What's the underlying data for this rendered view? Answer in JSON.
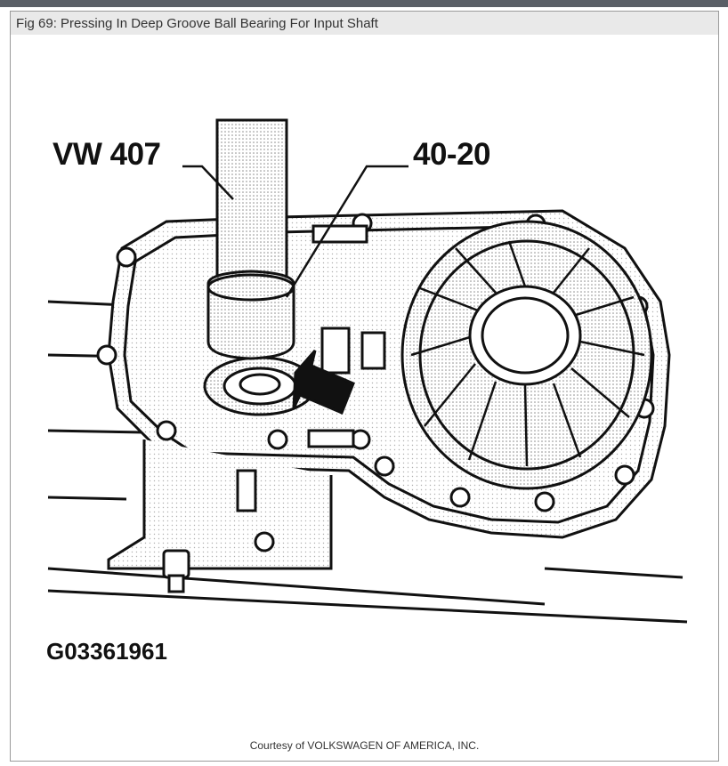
{
  "caption": "Fig 69: Pressing In Deep Groove Ball Bearing For Input Shaft",
  "figure": {
    "label_tool": "VW 407",
    "label_part": "40-20",
    "figure_code": "G03361961"
  },
  "credit": "Courtesy of VOLKSWAGEN OF AMERICA, INC.",
  "colors": {
    "top_bar": "#5a5f66",
    "caption_bar": "#e9e9e9",
    "frame_border": "#9a9a9a"
  }
}
